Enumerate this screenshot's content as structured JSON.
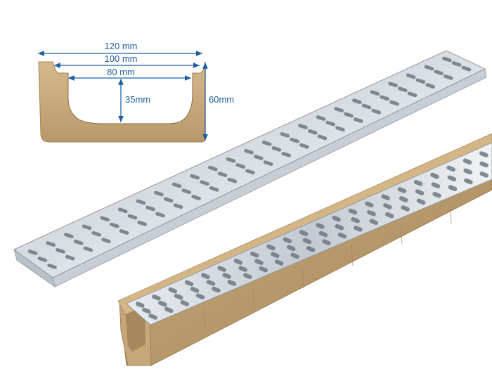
{
  "cross_section": {
    "outer_width": "120 mm",
    "inner_top_width": "100 mm",
    "inner_bottom_width": "80 mm",
    "inner_depth": "35mm",
    "outer_height": "60mm"
  },
  "colors": {
    "dimension": "#1f5fa0",
    "concrete": "#c9aa7a",
    "concrete_dark": "#a98a5c",
    "steel_light": "#eef2f6",
    "steel_dark": "#9aa4ae"
  }
}
